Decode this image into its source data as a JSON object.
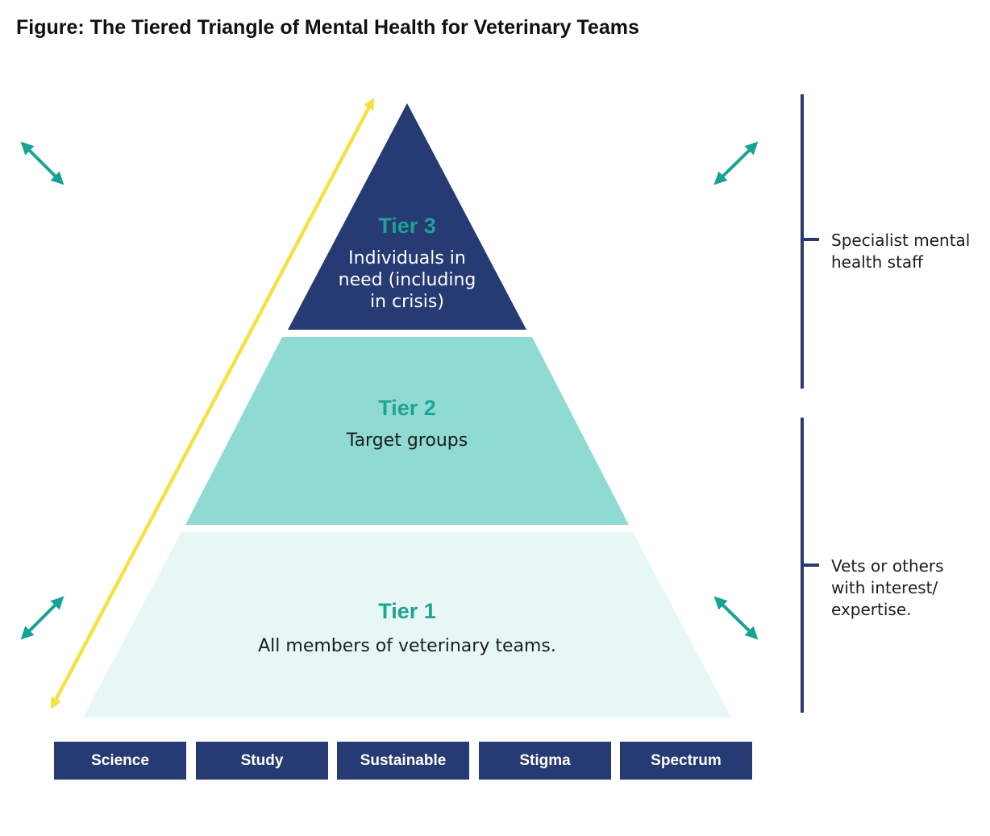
{
  "title": "Figure: The Tiered Triangle of Mental Health for Veterinary Teams",
  "tiers": [
    {
      "heading": "Tier 3",
      "lines": [
        "Individuals in",
        "need (including",
        "in crisis)"
      ]
    },
    {
      "heading": "Tier 2",
      "lines": [
        "Target groups"
      ]
    },
    {
      "heading": "Tier 1",
      "lines": [
        "All members of veterinary teams."
      ]
    }
  ],
  "brackets": [
    {
      "lines": [
        "Specialist mental",
        "health staff"
      ]
    },
    {
      "lines": [
        "Vets or others",
        "with interest/",
        "expertise."
      ]
    }
  ],
  "boxes": [
    "Science",
    "Study",
    "Sustainable",
    "Stigma",
    "Spectrum"
  ],
  "colors": {
    "tier3": "#263a73",
    "tier2": "#8fdbd3",
    "tier1": "#e6f7f5",
    "heading": "#1fa394",
    "arrow_teal": "#17a393",
    "arrow_yellow": "#f5e142",
    "bracket": "#263a73"
  },
  "icons": [
    "double-headed-arrow-icon",
    "bracket-icon"
  ]
}
